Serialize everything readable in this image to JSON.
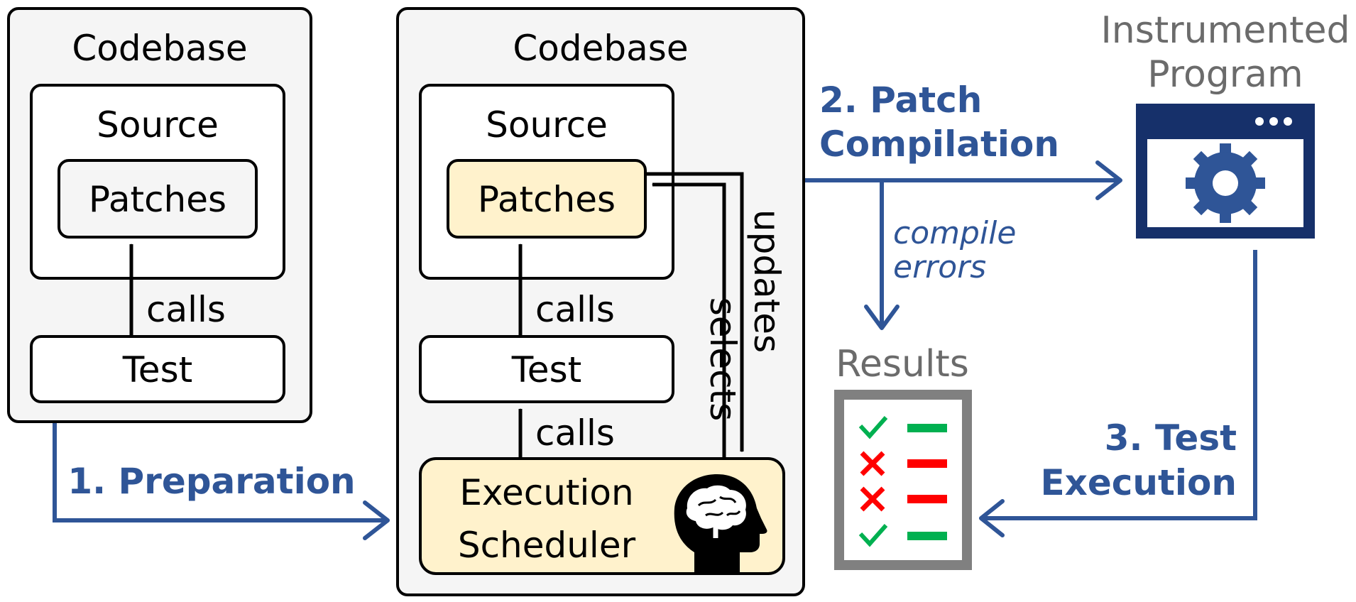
{
  "colors": {
    "box_fill": "#f5f5f5",
    "highlight_fill": "#fff2cc",
    "accent_blue": "#2f5597",
    "program_navy": "#16306a",
    "check_green": "#00b050",
    "cross_red": "#ff0000",
    "clipboard_gray": "#808080"
  },
  "left_panel": {
    "title": "Codebase",
    "source": "Source",
    "patches": "Patches",
    "calls": "calls",
    "test": "Test"
  },
  "middle_panel": {
    "title": "Codebase",
    "source": "Source",
    "patches": "Patches",
    "calls_upper": "calls",
    "calls_lower": "calls",
    "test": "Test",
    "scheduler_line1": "Execution",
    "scheduler_line2": "Scheduler",
    "selects": "selects",
    "updates": "updates",
    "brain_icon": "head-brain-icon"
  },
  "steps": {
    "preparation": "1. Preparation",
    "patch_compilation_line1": "2. Patch",
    "patch_compilation_line2": "Compilation",
    "test_execution_line1": "3. Test",
    "test_execution_line2": "Execution"
  },
  "compile_errors": {
    "line1": "compile",
    "line2": "errors"
  },
  "instrumented_program": {
    "line1": "Instrumented",
    "line2": "Program",
    "icon": "gear-window-icon"
  },
  "results": {
    "title": "Results",
    "icon": "checklist-icon",
    "rows": [
      "pass",
      "fail",
      "fail",
      "pass"
    ]
  }
}
